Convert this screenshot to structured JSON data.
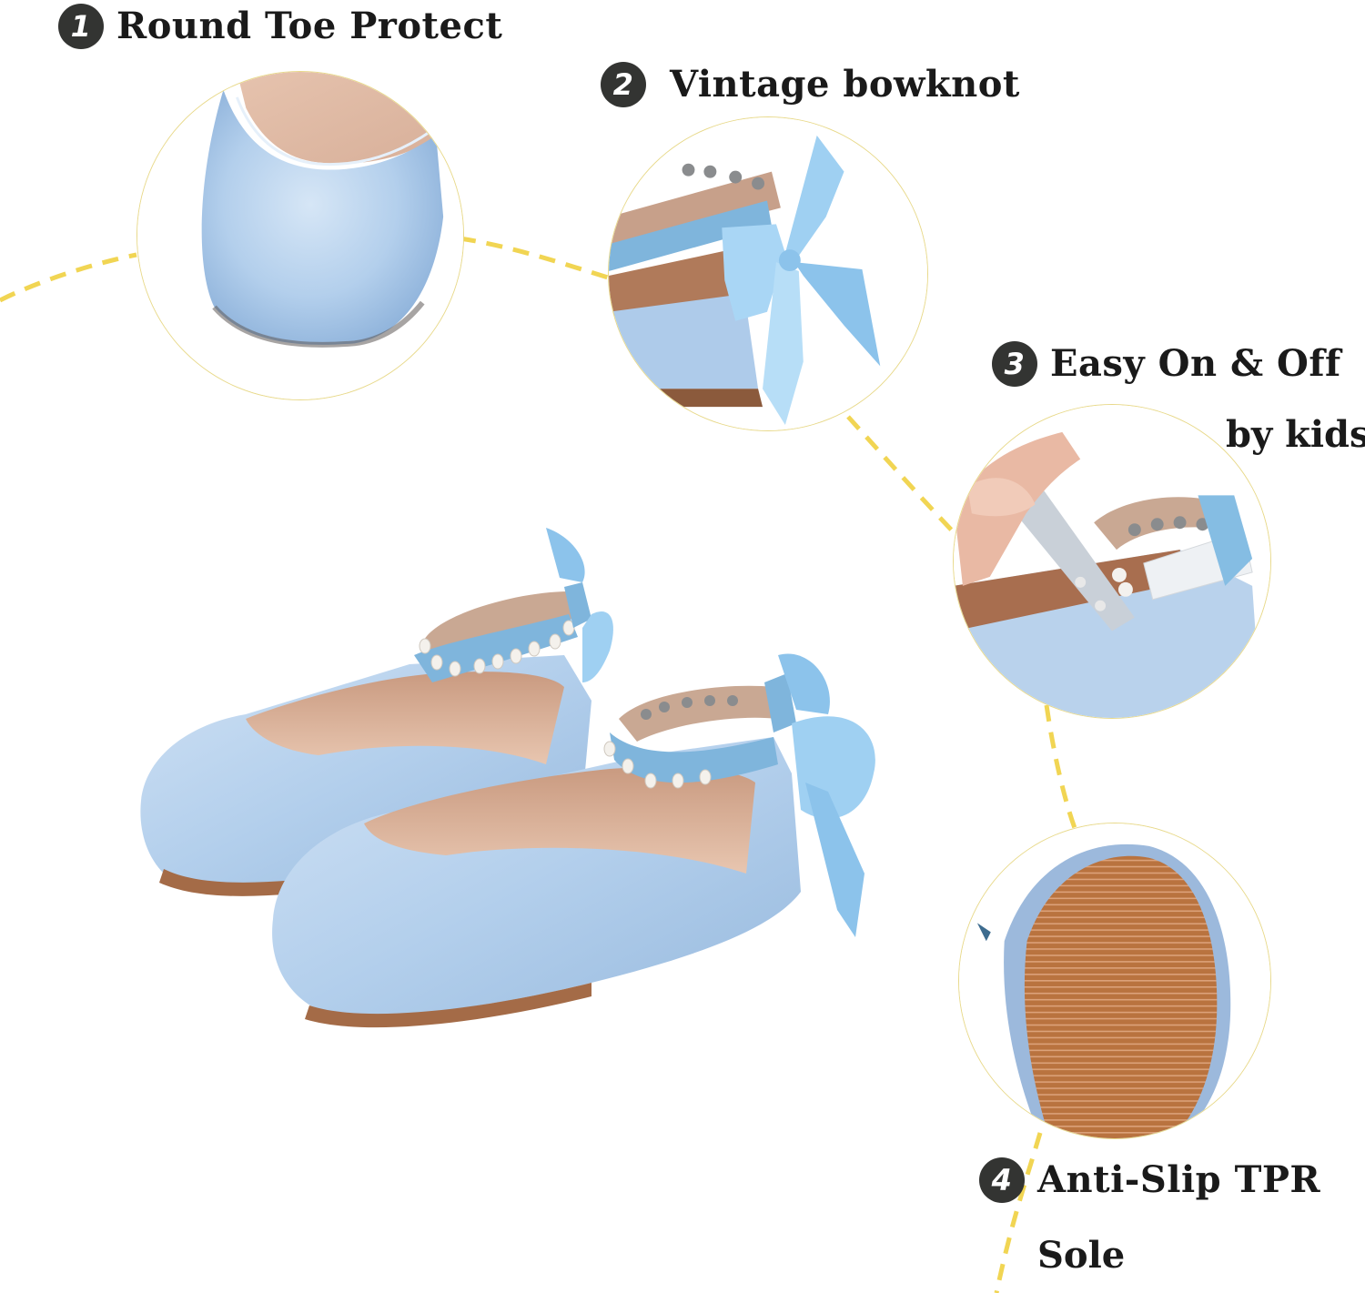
{
  "infographic": {
    "product": "Blue satin girls' ballet flats with pearl ankle strap and bow",
    "colors": {
      "satin_blue": "#aecbea",
      "strap_blue": "#7fb5dc",
      "bow_blue": "#9fd0f2",
      "lining_tan": "#d9ae95",
      "sole_brown": "#b9733f",
      "badge_dark": "#333432",
      "dash_yellow": "#f1d553",
      "circle_outline": "#e8d98a",
      "text": "#1a1a1a"
    },
    "features": [
      {
        "number": "1",
        "title": "Round Toe Protect",
        "subtitle": "",
        "image": "toe-closeup"
      },
      {
        "number": "2",
        "title": "Vintage  bowknot",
        "subtitle": "",
        "image": "bow-closeup"
      },
      {
        "number": "3",
        "title": "Easy On & Off",
        "subtitle": "by kids",
        "image": "strap-closeup"
      },
      {
        "number": "4",
        "title": "Anti-Slip TPR",
        "subtitle": "Sole",
        "image": "sole-closeup"
      }
    ]
  }
}
